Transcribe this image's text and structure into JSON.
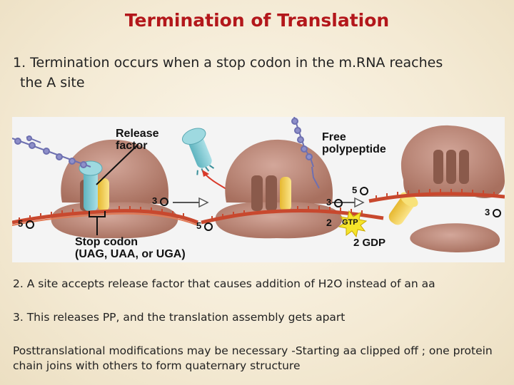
{
  "title": "Termination of Translation",
  "point1": {
    "line1": "1.  Termination occurs when a stop codon in the m.RNA reaches",
    "line2": "the A site"
  },
  "figure": {
    "release_factor": [
      "Release",
      "factor"
    ],
    "free_polypeptide": [
      "Free",
      "polypeptide"
    ],
    "stop_codon": [
      "Stop codon",
      "(UAG, UAA, or UGA)"
    ],
    "gtp": "GTP",
    "gdp": "2 GDP",
    "two": "2",
    "label_3_a": "3",
    "label_5_a": "5",
    "label_5_b": "5",
    "label_3_b": "3",
    "label_5_c": "5",
    "label_3_c": "3"
  },
  "point2": "2. A site accepts release factor that  causes addition of H2O instead of an aa",
  "point3": "3. This releases PP, and the translation assembly gets apart",
  "point4": " Posttranslational modifications may be necessary -Starting aa clipped off ; one protein chain joins with others to form quaternary structure",
  "colors": {
    "title": "#b3171b",
    "ribosome": "#b98478",
    "mrna": "#c8482e",
    "release_factor": "#7fc6cf",
    "trna_yellow": "#f2d24a",
    "polypeptide": "#8e8fc9"
  }
}
